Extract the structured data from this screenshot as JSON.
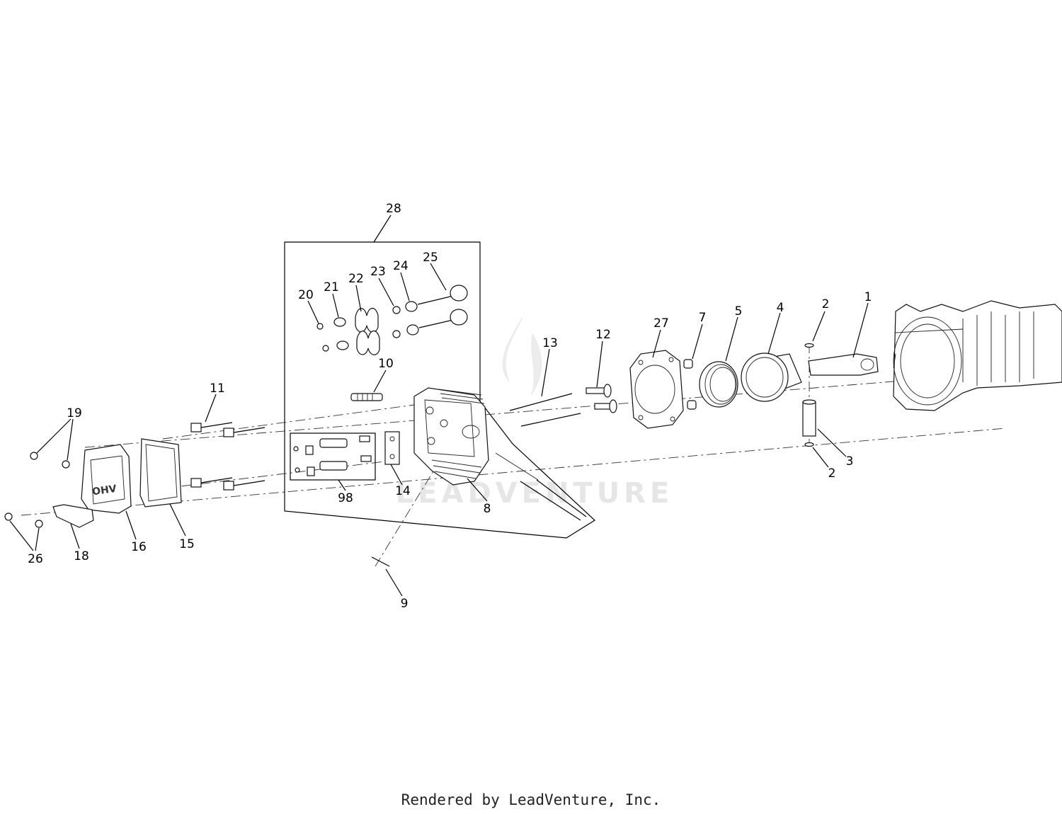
{
  "watermark": "LEADVENTURE",
  "footer": "Rendered by LeadVenture, Inc.",
  "cover_logo": "OHV",
  "callouts": [
    {
      "id": "28",
      "text": "28"
    },
    {
      "id": "25",
      "text": "25"
    },
    {
      "id": "24",
      "text": "24"
    },
    {
      "id": "23",
      "text": "23"
    },
    {
      "id": "22",
      "text": "22"
    },
    {
      "id": "21",
      "text": "21"
    },
    {
      "id": "20",
      "text": "20"
    },
    {
      "id": "10",
      "text": "10"
    },
    {
      "id": "13",
      "text": "13"
    },
    {
      "id": "12",
      "text": "12"
    },
    {
      "id": "27",
      "text": "27"
    },
    {
      "id": "7",
      "text": "7"
    },
    {
      "id": "5",
      "text": "5"
    },
    {
      "id": "4",
      "text": "4"
    },
    {
      "id": "2a",
      "text": "2"
    },
    {
      "id": "1",
      "text": "1"
    },
    {
      "id": "3",
      "text": "3"
    },
    {
      "id": "2b",
      "text": "2"
    },
    {
      "id": "11",
      "text": "11"
    },
    {
      "id": "19",
      "text": "19"
    },
    {
      "id": "98",
      "text": "98"
    },
    {
      "id": "14",
      "text": "14"
    },
    {
      "id": "8",
      "text": "8"
    },
    {
      "id": "16",
      "text": "16"
    },
    {
      "id": "15",
      "text": "15"
    },
    {
      "id": "18",
      "text": "18"
    },
    {
      "id": "26",
      "text": "26"
    },
    {
      "id": "9",
      "text": "9"
    }
  ]
}
